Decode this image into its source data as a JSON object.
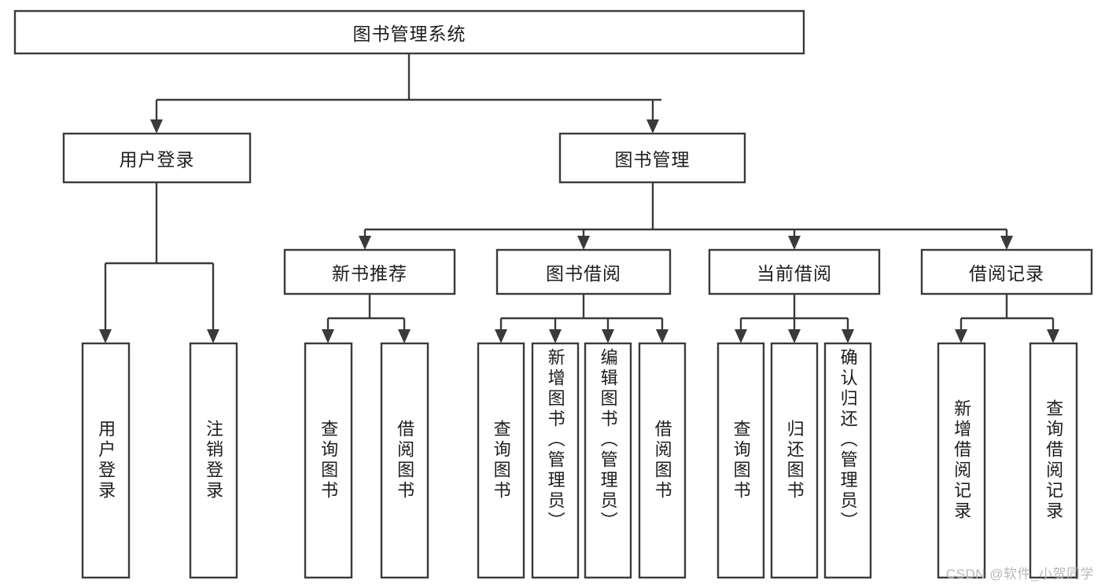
{
  "diagram": {
    "type": "tree-hierarchy",
    "title": "图书管理系统",
    "style": {
      "box_fill": "#ffffff",
      "box_stroke": "#3a3a3a",
      "text_color": "#1d1d1d",
      "watermark_color": "#b9b9b9"
    },
    "levels": {
      "root": {
        "label": "图书管理系统"
      },
      "level2": [
        {
          "label": "用户登录"
        },
        {
          "label": "图书管理"
        }
      ],
      "level3": [
        {
          "label": "新书推荐"
        },
        {
          "label": "图书借阅"
        },
        {
          "label": "当前借阅"
        },
        {
          "label": "借阅记录"
        }
      ],
      "leaves_user_login": [
        {
          "label": "用户登录"
        },
        {
          "label": "注销登录"
        }
      ],
      "leaves_new_book": [
        {
          "label": "查询图书"
        },
        {
          "label": "借阅图书"
        }
      ],
      "leaves_borrow": [
        {
          "label": "查询图书"
        },
        {
          "label": "新增图书（管理员）"
        },
        {
          "label": "编辑图书（管理员）"
        },
        {
          "label": "借阅图书"
        }
      ],
      "leaves_current": [
        {
          "label": "查询图书"
        },
        {
          "label": "归还图书"
        },
        {
          "label": "确认归还（管理员）"
        }
      ],
      "leaves_record": [
        {
          "label": "新增借阅记录"
        },
        {
          "label": "查询借阅记录"
        }
      ]
    }
  },
  "watermark": {
    "text": "CSDN @软件_小贺同学"
  }
}
